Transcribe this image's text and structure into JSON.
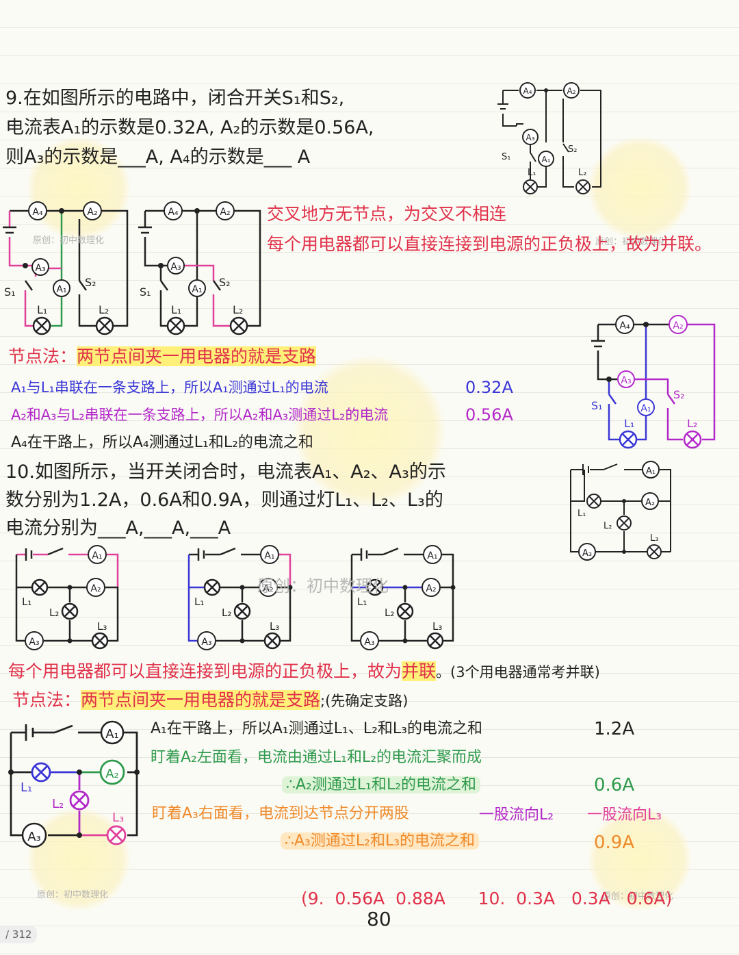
{
  "q9": {
    "line1": "9.在如图所示的电路中，闭合开关S₁和S₂,",
    "line2": "电流表A₁的示数是0.32A, A₂的示数是0.56A,",
    "line3": "则A₃的示数是___A, A₄的示数是___ A"
  },
  "q9_notes": {
    "cross": "交叉地方无节点，为交叉不相连",
    "parallel": "每个用电器都可以直接连接到电源的正负极上，故为并联。",
    "node_prefix": "节点法：",
    "node_hl": "两节点间夹一用电器的就是支路",
    "a1_text": "A₁与L₁串联在一条支路上，所以A₁测通过L₁的电流",
    "a1_value": "0.32A",
    "a23_text": "A₂和A₃与L₂串联在一条支路上，所以A₂和A₃测通过L₂的电流",
    "a23_value": "0.56A",
    "a4_text": "A₄在干路上，所以A₄测通过L₁和L₂的电流之和"
  },
  "q10": {
    "line1": "10.如图所示，当开关闭合时，电流表A₁、A₂、A₃的示",
    "line2": "数分别为1.2A，0.6A和0.9A，则通过灯L₁、L₂、L₃的",
    "line3": "电流分别为___A,___A,___A"
  },
  "q10_notes": {
    "parallel_prefix": "每个用电器都可以直接连接到电源的正负极上，故为",
    "parallel_hl": "并联",
    "parallel_suffix": "。(3个用电器通常考并联)",
    "node_prefix": "节点法：",
    "node_hl": "两节点间夹一用电器的就是支路",
    "node_suffix": ";(先确定支路)",
    "a1_text": "A₁在干路上，所以A₁测通过L₁、L₂和L₃的电流之和",
    "a1_value": "1.2A",
    "a2_look": "盯着A₂左面看，电流由通过L₁和L₂的电流汇聚而成",
    "a2_conclusion": "∴A₂测通过L₁和L₂的电流之和",
    "a2_value": "0.6A",
    "a3_look": "盯着A₃右面看，电流到达节点分开两股",
    "a3_branch1": "一股流向L₂",
    "a3_branch2": "一股流向L₃",
    "a3_conclusion": "∴A₃测通过L₂和L₃的电流之和",
    "a3_value": "0.9A"
  },
  "answers": "(9.  0.56A  0.88A      10.  0.3A   0.3A   0.6A)",
  "watermark": "原创：初中数理化",
  "page_number": "80",
  "page_indicator": "/ 312",
  "labels": {
    "A1": "A₁",
    "A2": "A₂",
    "A3": "A₃",
    "A4": "A₄",
    "S1": "S₁",
    "S2": "S₂",
    "L1": "L₁",
    "L2": "L₂",
    "L3": "L₃"
  },
  "colors": {
    "red": "#e0314a",
    "blue": "#3a36d6",
    "purple": "#b228c8",
    "green": "#2e9a4c",
    "orange": "#ef8a2a",
    "pink": "#e0409a",
    "highlight": "#fff07a"
  }
}
